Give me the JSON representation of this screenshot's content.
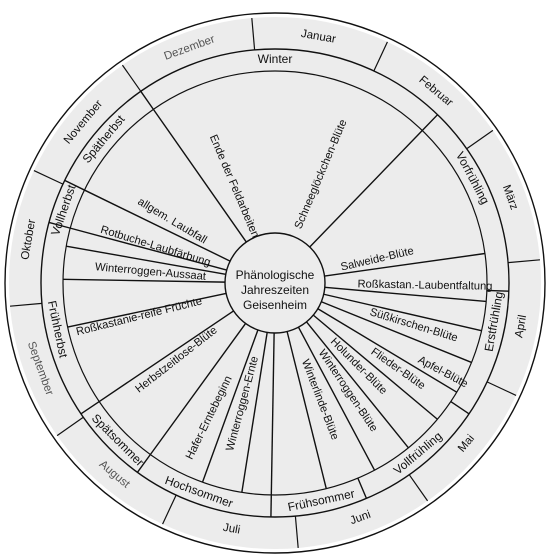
{
  "center": {
    "lines": [
      "Phänologische",
      "Jahreszeiten",
      "Geisenheim"
    ]
  },
  "months": [
    {
      "label": "Januar",
      "a": 10
    },
    {
      "label": "Februar",
      "a": 40
    },
    {
      "label": "März",
      "a": 70
    },
    {
      "label": "April",
      "a": 100
    },
    {
      "label": "Mai",
      "a": 130
    },
    {
      "label": "Juni",
      "a": 160
    },
    {
      "label": "Juli",
      "a": 190
    },
    {
      "label": "August",
      "a": 220
    },
    {
      "label": "September",
      "a": 250
    },
    {
      "label": "Oktober",
      "a": 280
    },
    {
      "label": "November",
      "a": 310
    },
    {
      "label": "Dezember",
      "a": 340
    }
  ],
  "seasons": [
    {
      "label": "Winter",
      "a": 0
    },
    {
      "label": "Vorfrühling",
      "a": 62
    },
    {
      "label": "Erstfrühling",
      "a": 100
    },
    {
      "label": "Vollfrühling",
      "a": 140
    },
    {
      "label": "Frühsommer",
      "a": 168
    },
    {
      "label": "Hochsommer",
      "a": 200
    },
    {
      "label": "Spätsommer",
      "a": 225
    },
    {
      "label": "Frühherbst",
      "a": 258
    },
    {
      "label": "Vollherbst",
      "a": 289
    },
    {
      "label": "Spätherbst",
      "a": 310
    }
  ],
  "events": [
    {
      "label": "Ende der Feldarbeiten",
      "a": 337,
      "r": 105
    },
    {
      "label": "Schneeglöckchen-Blüte",
      "a": 23,
      "r": 118
    },
    {
      "label": "Salweide-Blüte",
      "a": 77,
      "r": 105
    },
    {
      "label": "Roßkastan.-Laubentfaltung",
      "a": 91,
      "r": 150
    },
    {
      "label": "Süßkirschen-Blüte",
      "a": 107,
      "r": 145
    },
    {
      "label": "Apfel-Blüte",
      "a": 118,
      "r": 190
    },
    {
      "label": "Flieder-Blüte",
      "a": 125,
      "r": 150
    },
    {
      "label": "Holunder-Blüte",
      "a": 135,
      "r": 118
    },
    {
      "label": "Winterroggen-Blüte",
      "a": 146,
      "r": 130
    },
    {
      "label": "Winterlinde-Blüte",
      "a": 159,
      "r": 125
    },
    {
      "label": "Winterroggen-Ernte",
      "a": 195,
      "r": 125
    },
    {
      "label": "Hafer-Erntebeginn",
      "a": 206,
      "r": 150
    },
    {
      "label": "Herbstzeitlose-Blüte",
      "a": 232,
      "r": 125
    },
    {
      "label": "Roßkastanie-reife Früchte",
      "a": 256,
      "r": 140
    },
    {
      "label": "Winterroggen-Aussaat",
      "a": 275,
      "r": 125
    },
    {
      "label": "Rotbuche-Laubfärbung",
      "a": 287,
      "r": 125
    },
    {
      "label": "allgem. Laubfall",
      "a": 301,
      "r": 120
    }
  ]
}
